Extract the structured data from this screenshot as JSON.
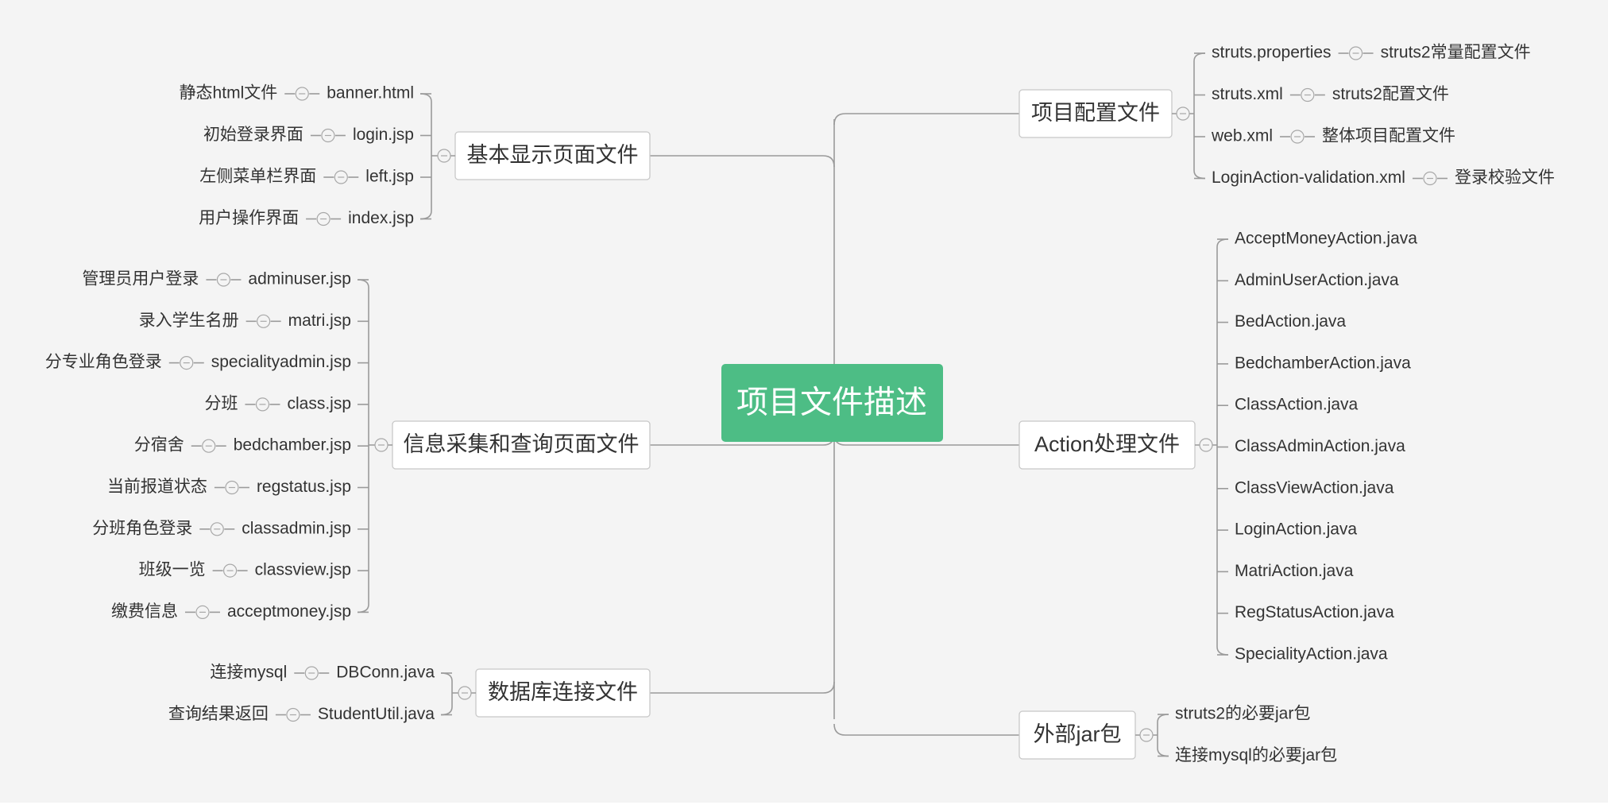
{
  "colors": {
    "root_fill": "#4dbd85",
    "root_text": "#ffffff",
    "background": "#f4f4f4",
    "connector": "#9a9a9a"
  },
  "root": {
    "label": "项目文件描述"
  },
  "branches": [
    {
      "id": "basic",
      "side": "left",
      "label": "基本显示页面文件",
      "children": [
        {
          "file": "banner.html",
          "note": "静态html文件"
        },
        {
          "file": "login.jsp",
          "note": "初始登录界面"
        },
        {
          "file": "left.jsp",
          "note": "左侧菜单栏界面"
        },
        {
          "file": "index.jsp",
          "note": "用户操作界面"
        }
      ]
    },
    {
      "id": "info",
      "side": "left",
      "label": "信息采集和查询页面文件",
      "children": [
        {
          "file": "adminuser.jsp",
          "note": "管理员用户登录"
        },
        {
          "file": "matri.jsp",
          "note": "录入学生名册"
        },
        {
          "file": "specialityadmin.jsp",
          "note": "分专业角色登录"
        },
        {
          "file": "class.jsp",
          "note": "分班"
        },
        {
          "file": "bedchamber.jsp",
          "note": "分宿舍"
        },
        {
          "file": "regstatus.jsp",
          "note": "当前报道状态"
        },
        {
          "file": "classadmin.jsp",
          "note": "分班角色登录"
        },
        {
          "file": "classview.jsp",
          "note": "班级一览"
        },
        {
          "file": "acceptmoney.jsp",
          "note": "缴费信息"
        }
      ]
    },
    {
      "id": "db",
      "side": "left",
      "label": "数据库连接文件",
      "children": [
        {
          "file": "DBConn.java",
          "note": "连接mysql"
        },
        {
          "file": "StudentUtil.java",
          "note": "查询结果返回"
        }
      ]
    },
    {
      "id": "config",
      "side": "right",
      "label": "项目配置文件",
      "children": [
        {
          "file": "struts.properties",
          "note": "struts2常量配置文件"
        },
        {
          "file": "struts.xml",
          "note": "struts2配置文件"
        },
        {
          "file": "web.xml",
          "note": "整体项目配置文件"
        },
        {
          "file": "LoginAction-validation.xml",
          "note": "登录校验文件"
        }
      ]
    },
    {
      "id": "action",
      "side": "right",
      "label": "Action处理文件",
      "children": [
        {
          "file": "AcceptMoneyAction.java"
        },
        {
          "file": "AdminUserAction.java"
        },
        {
          "file": "BedAction.java"
        },
        {
          "file": "BedchamberAction.java"
        },
        {
          "file": "ClassAction.java"
        },
        {
          "file": "ClassAdminAction.java"
        },
        {
          "file": "ClassViewAction.java"
        },
        {
          "file": "LoginAction.java"
        },
        {
          "file": "MatriAction.java"
        },
        {
          "file": "RegStatusAction.java"
        },
        {
          "file": "SpecialityAction.java"
        }
      ]
    },
    {
      "id": "jar",
      "side": "right",
      "label": "外部jar包",
      "children": [
        {
          "file": "struts2的必要jar包"
        },
        {
          "file": "连接mysql的必要jar包"
        }
      ]
    }
  ]
}
